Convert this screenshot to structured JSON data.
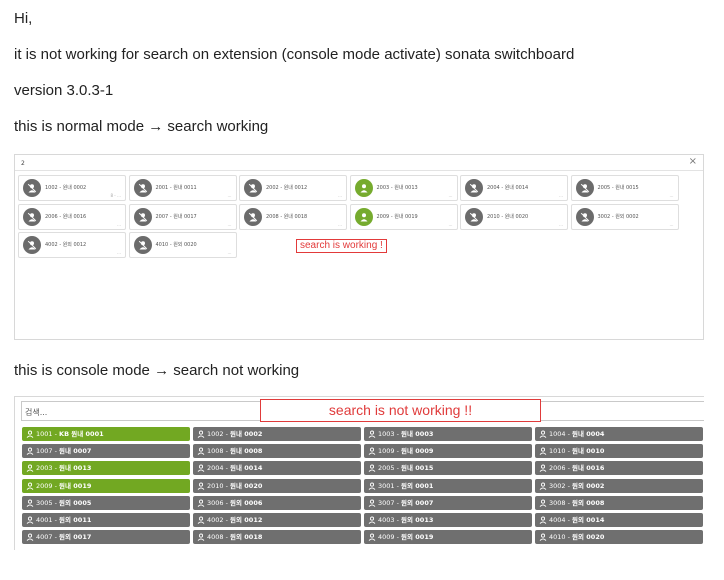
{
  "message": {
    "greeting": "Hi,",
    "problem": "it is not working for search on extension (console mode activate) sonata switchboard",
    "version": "version 3.0.3-1",
    "normal_caption": "this is normal mode → search working",
    "console_caption": "this is console mode → search not working"
  },
  "normal_mode": {
    "search_value": "2",
    "close_symbol": "×",
    "annotation": "search is working !",
    "cards": [
      {
        "label": "1002 - 원내 0002",
        "status": "8 - …",
        "active": false
      },
      {
        "label": "2001 - 원내 0011",
        "status": "…",
        "active": false
      },
      {
        "label": "2002 - 원내 0012",
        "status": "…",
        "active": false
      },
      {
        "label": "2003 - 원내 0013",
        "status": "…",
        "active": true
      },
      {
        "label": "2004 - 원내 0014",
        "status": "…",
        "active": false
      },
      {
        "label": "2005 - 원내 0015",
        "status": "…",
        "active": false
      },
      {
        "label": "2006 - 원내 0016",
        "status": "…",
        "active": false
      },
      {
        "label": "2007 - 원내 0017",
        "status": "…",
        "active": false
      },
      {
        "label": "2008 - 원내 0018",
        "status": "…",
        "active": false
      },
      {
        "label": "2009 - 원내 0019",
        "status": "…",
        "active": true
      },
      {
        "label": "2010 - 원내 0020",
        "status": "…",
        "active": false
      },
      {
        "label": "3002 - 원외 0002",
        "status": "…",
        "active": false
      },
      {
        "label": "4002 - 원외 0012",
        "status": "…",
        "active": false
      },
      {
        "label": "4010 - 원외 0020",
        "status": "…",
        "active": false
      }
    ]
  },
  "console_mode": {
    "search_placeholder": "검색...",
    "annotation": "search is not working !!",
    "rows": [
      [
        {
          "num": "1001 -",
          "name": "KB 원내 0001",
          "active": true
        },
        {
          "num": "1002 -",
          "name": "원내 0002",
          "active": false
        },
        {
          "num": "1003 -",
          "name": "원내 0003",
          "active": false
        },
        {
          "num": "1004 -",
          "name": "원내 0004",
          "active": false
        }
      ],
      [
        {
          "num": "1007 -",
          "name": "원내 0007",
          "active": false
        },
        {
          "num": "1008 -",
          "name": "원내 0008",
          "active": false
        },
        {
          "num": "1009 -",
          "name": "원내 0009",
          "active": false
        },
        {
          "num": "1010 -",
          "name": "원내 0010",
          "active": false
        }
      ],
      [
        {
          "num": "2003 -",
          "name": "원내 0013",
          "active": true
        },
        {
          "num": "2004 -",
          "name": "원내 0014",
          "active": false
        },
        {
          "num": "2005 -",
          "name": "원내 0015",
          "active": false
        },
        {
          "num": "2006 -",
          "name": "원내 0016",
          "active": false
        }
      ],
      [
        {
          "num": "2009 -",
          "name": "원내 0019",
          "active": true
        },
        {
          "num": "2010 -",
          "name": "원내 0020",
          "active": false
        },
        {
          "num": "3001 -",
          "name": "원외 0001",
          "active": false
        },
        {
          "num": "3002 -",
          "name": "원외 0002",
          "active": false
        }
      ],
      [
        {
          "num": "3005 -",
          "name": "원외 0005",
          "active": false
        },
        {
          "num": "3006 -",
          "name": "원외 0006",
          "active": false
        },
        {
          "num": "3007 -",
          "name": "원외 0007",
          "active": false
        },
        {
          "num": "3008 -",
          "name": "원외 0008",
          "active": false
        }
      ],
      [
        {
          "num": "4001 -",
          "name": "원외 0011",
          "active": false
        },
        {
          "num": "4002 -",
          "name": "원외 0012",
          "active": false
        },
        {
          "num": "4003 -",
          "name": "원외 0013",
          "active": false
        },
        {
          "num": "4004 -",
          "name": "원외 0014",
          "active": false
        }
      ],
      [
        {
          "num": "4007 -",
          "name": "원외 0017",
          "active": false
        },
        {
          "num": "4008 -",
          "name": "원외 0018",
          "active": false
        },
        {
          "num": "4009 -",
          "name": "원외 0019",
          "active": false
        },
        {
          "num": "4010 -",
          "name": "원외 0020",
          "active": false
        }
      ]
    ]
  },
  "colors": {
    "active_green": "#76ab2e",
    "inactive_gray": "#6f6f6f",
    "annotation_red": "#e23a3a"
  }
}
